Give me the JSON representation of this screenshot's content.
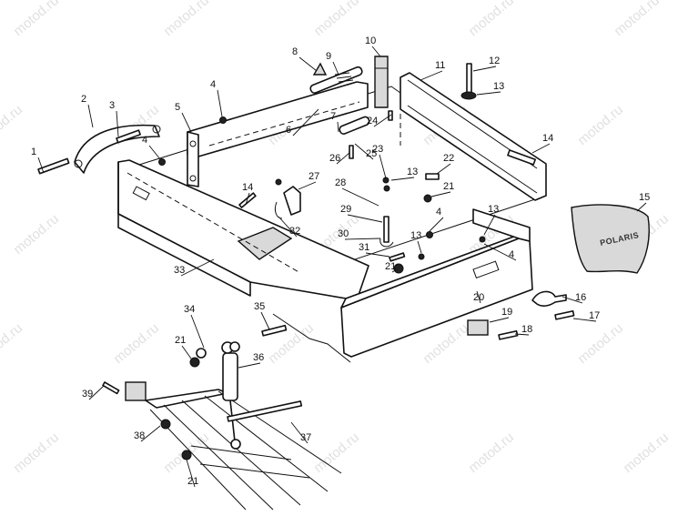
{
  "diagram": {
    "watermark_text": "motod.ru",
    "logo_text": "POLARIS",
    "callouts": [
      "1",
      "2",
      "3",
      "4",
      "4",
      "4",
      "4",
      "5",
      "6",
      "7",
      "8",
      "9",
      "10",
      "11",
      "12",
      "13",
      "13",
      "13",
      "13",
      "14",
      "14",
      "15",
      "16",
      "17",
      "18",
      "19",
      "20",
      "21",
      "21",
      "21",
      "21",
      "22",
      "23",
      "24",
      "25",
      "26",
      "27",
      "28",
      "29",
      "30",
      "31",
      "32",
      "33",
      "34",
      "35",
      "36",
      "37",
      "38",
      "39"
    ]
  }
}
